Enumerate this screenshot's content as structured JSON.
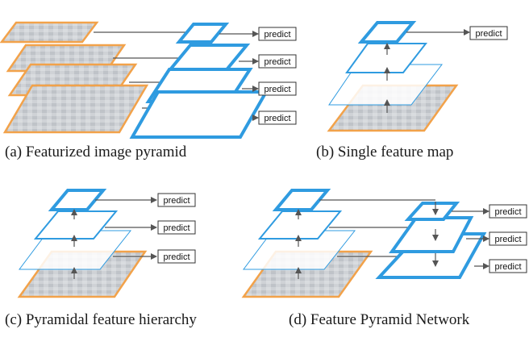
{
  "colors": {
    "feature_blue": "#2f9be0",
    "image_orange": "#f2a24a",
    "arrow_gray": "#555555",
    "image_fill": "#c9ccd0"
  },
  "predict_label": "predict",
  "panels": {
    "a": {
      "caption": "(a) Featurized image pyramid"
    },
    "b": {
      "caption": "(b) Single feature map"
    },
    "c": {
      "caption": "(c) Pyramidal feature hierarchy"
    },
    "d": {
      "caption": "(d) Feature Pyramid Network"
    }
  }
}
